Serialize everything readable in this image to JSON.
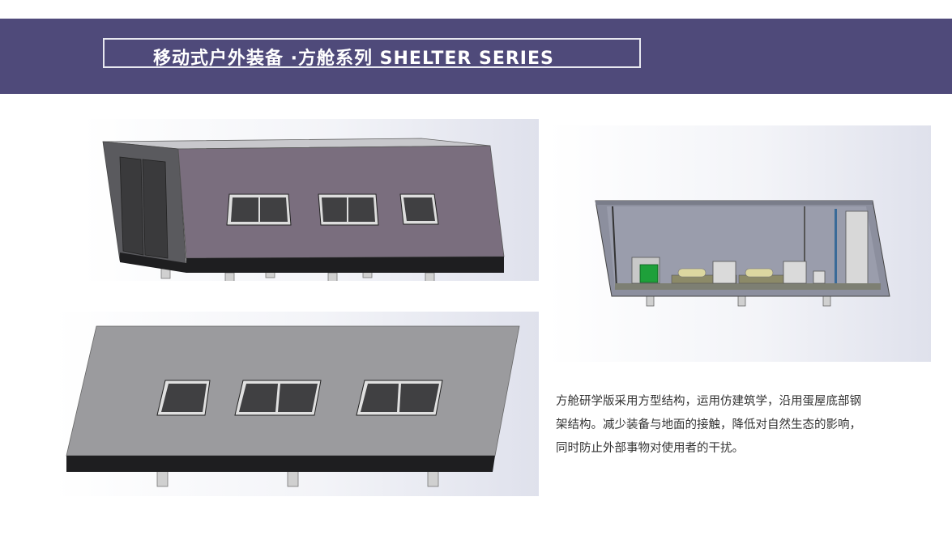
{
  "header": {
    "title": "移动式户外装备 ·方舱系列  SHELTER SERIES",
    "background": "#4f4a7a"
  },
  "images": {
    "exterior_perspective": "shelter-exterior-perspective",
    "side_elevation": "shelter-side-elevation",
    "section_view": "shelter-interior-section"
  },
  "description": {
    "lines": [
      "方舱研学版采用方型结构，运用仿建筑学，沿用蛋屋底部钢",
      "架结构。减少装备与地面的接触，降低对自然生态的影响，",
      "同时防止外部事物对使用者的干扰。"
    ]
  }
}
